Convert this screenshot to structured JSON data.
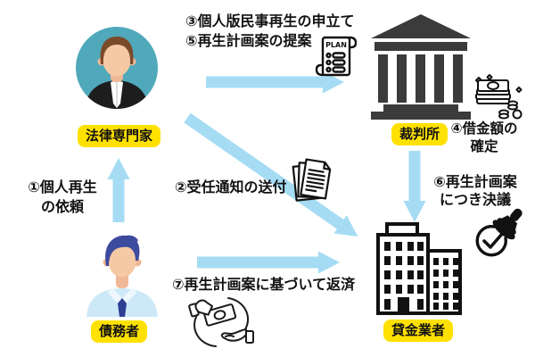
{
  "entities": {
    "lawyer": {
      "label": "法律専門家"
    },
    "court": {
      "label": "裁判所"
    },
    "debtor": {
      "label": "債務者"
    },
    "lender": {
      "label": "貸金業者"
    }
  },
  "steps": {
    "s1": {
      "lines": [
        "①個人再生",
        "の依頼"
      ]
    },
    "s2": {
      "lines": [
        "②受任通知の送付"
      ]
    },
    "s35": {
      "lines": [
        "③個人版民事再生の申立て",
        "⑤再生計画案の提案"
      ]
    },
    "s4": {
      "lines": [
        "④借金額の",
        "確定"
      ]
    },
    "s6": {
      "lines": [
        "⑥再生計画案",
        "につき決議"
      ]
    },
    "s7": {
      "lines": [
        "⑦再生計画案に基づいて返済"
      ]
    }
  },
  "icons": {
    "plan_scroll": {
      "name": "plan-scroll-icon",
      "label": "PLAN"
    },
    "money_stack": {
      "name": "money-stack-icon"
    },
    "notice_documents": {
      "name": "documents-stack-icon"
    },
    "approval_stamp": {
      "name": "stamp-check-icon"
    },
    "repayment_hands": {
      "name": "hand-giving-money-icon"
    }
  },
  "colors": {
    "arrow": "#A5DCF4",
    "label_bg": "#FFE100",
    "text": "#111111",
    "court_fill": "#3B3B3B",
    "avatar_circle": "#4FA9BA",
    "outline": "#111111"
  }
}
